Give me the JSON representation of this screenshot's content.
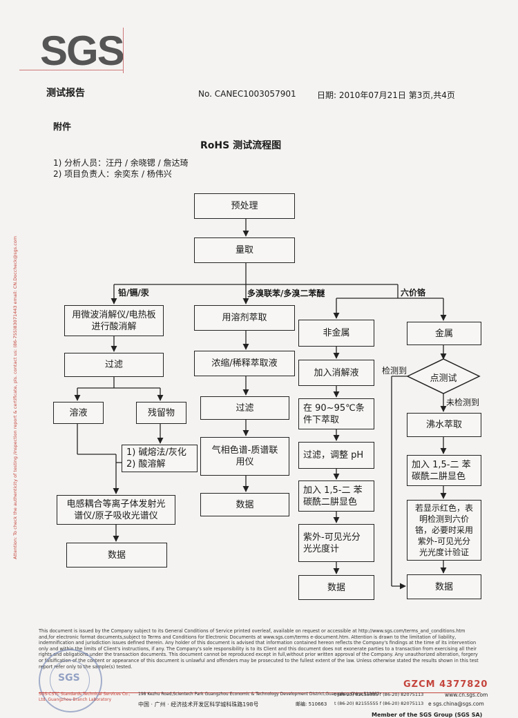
{
  "header": {
    "logo": "SGS",
    "doc_type": "测试报告",
    "report_no": "No. CANEC1003057901",
    "date_page": "日期: 2010年07月21日  第3页,共4页",
    "attachment": "附件"
  },
  "title": "RoHS 测试流程图",
  "personnel": {
    "analysts": "1) 分析人员：汪丹 / 余晓锶 / 詹达琦",
    "managers": "2) 项目负责人：余奕东 / 杨伟兴"
  },
  "flow": {
    "pretreat": "预处理",
    "measure": "量取",
    "branch_heavy": "铅/镉/汞",
    "branch_pbb": "多溴联苯/多溴二苯醚",
    "branch_cr": "六价铬",
    "digest": "用微波消解仪/电热板\n进行酸消解",
    "filter1": "过滤",
    "solution": "溶液",
    "residue": "残留物",
    "residue_treat": "1) 碱熔法/灰化\n2) 酸溶解",
    "icp": "电感耦合等离子体发射光\n谱仪/原子吸收光谱仪",
    "data1": "数据",
    "solvent_extract": "用溶剂萃取",
    "concentrate": "浓缩/稀释萃取液",
    "filter2": "过滤",
    "gcms": "气相色谱-质谱联\n用仪",
    "data2": "数据",
    "nonmetal": "非金属",
    "add_digest": "加入消解液",
    "heat_extract": "在 90~95℃条\n件下萃取",
    "filter_ph": "过滤，调整 pH",
    "add_dpc1": "加入 1,5-二 苯\n碳酰二肼显色",
    "uvvis1": "紫外-可见光分\n光光度计",
    "data3": "数据",
    "metal": "金属",
    "spot_test": "点测试",
    "detected": "检测到",
    "not_detected": "未检测到",
    "boil_extract": "沸水萃取",
    "add_dpc2": "加入 1,5-二 苯\n碳酰二肼显色",
    "red_check": "若显示红色，表\n明检测到六价\n铬，必要时采用\n紫外-可见光分\n光光度计验证",
    "data4": "数据"
  },
  "side_note": "Attention: To check the authenticity of testing /inspection report & certificate, pls. contact us: (86-755)83071443 email: CN.Doccheck@sgs.com",
  "footer": {
    "terms": "This document is issued by the Company subject to its General Conditions of Service printed overleaf, available on request or accessible at http://www.sgs.com/terms_and_conditions.htm and,for electronic format documents,subject to Terms and Conditions for Electronic Documents at www.sgs.com/terms e-document.htm. Attention is drawn to the limitation of liability, indemnification and jurisdiction issues defined therein. Any holder of this document is advised that information contained hereon reflects the Company's findings at the time of its intervention only and within the limits of Client's instructions, if any. The Company's sole responsibility is to its Client and this document does not exonerate parties to a transaction from exercising all their rights and obligations under the transaction documents. This document cannot be reproduced except in full,without prior written approval of the Company. Any unauthorized alteration, forgery or falsification of the content or appearance of this document is unlawful and offenders may be prosecuted to the fullest extent of the law. Unless otherwise stated the results shown in this test report refer only to the sample(s) tested.",
    "gzcm": "GZCM 4377820",
    "company_en": "SGS-CSTC Standards Technical Services Co., Ltd. Guangzhou Branch Laboratory",
    "address_en": "198 Kezhu Road,Scientech Park Guangzhou Economic & Technology Development District,Guangzhou,China 510663",
    "tel1": "t (86-20) 82155555   f (86-20) 82075113",
    "web": "www.cn.sgs.com",
    "address_cn": "中国 · 广州 · 经济技术开发区科学城科珠路198号",
    "postcode": "邮编: 510663",
    "tel2": "t (86-20) 82155555   f (86-20) 82075113",
    "email": "e sgs.china@sgs.com",
    "member": "Member of the SGS Group (SGS SA)",
    "stamp": "SGS"
  }
}
